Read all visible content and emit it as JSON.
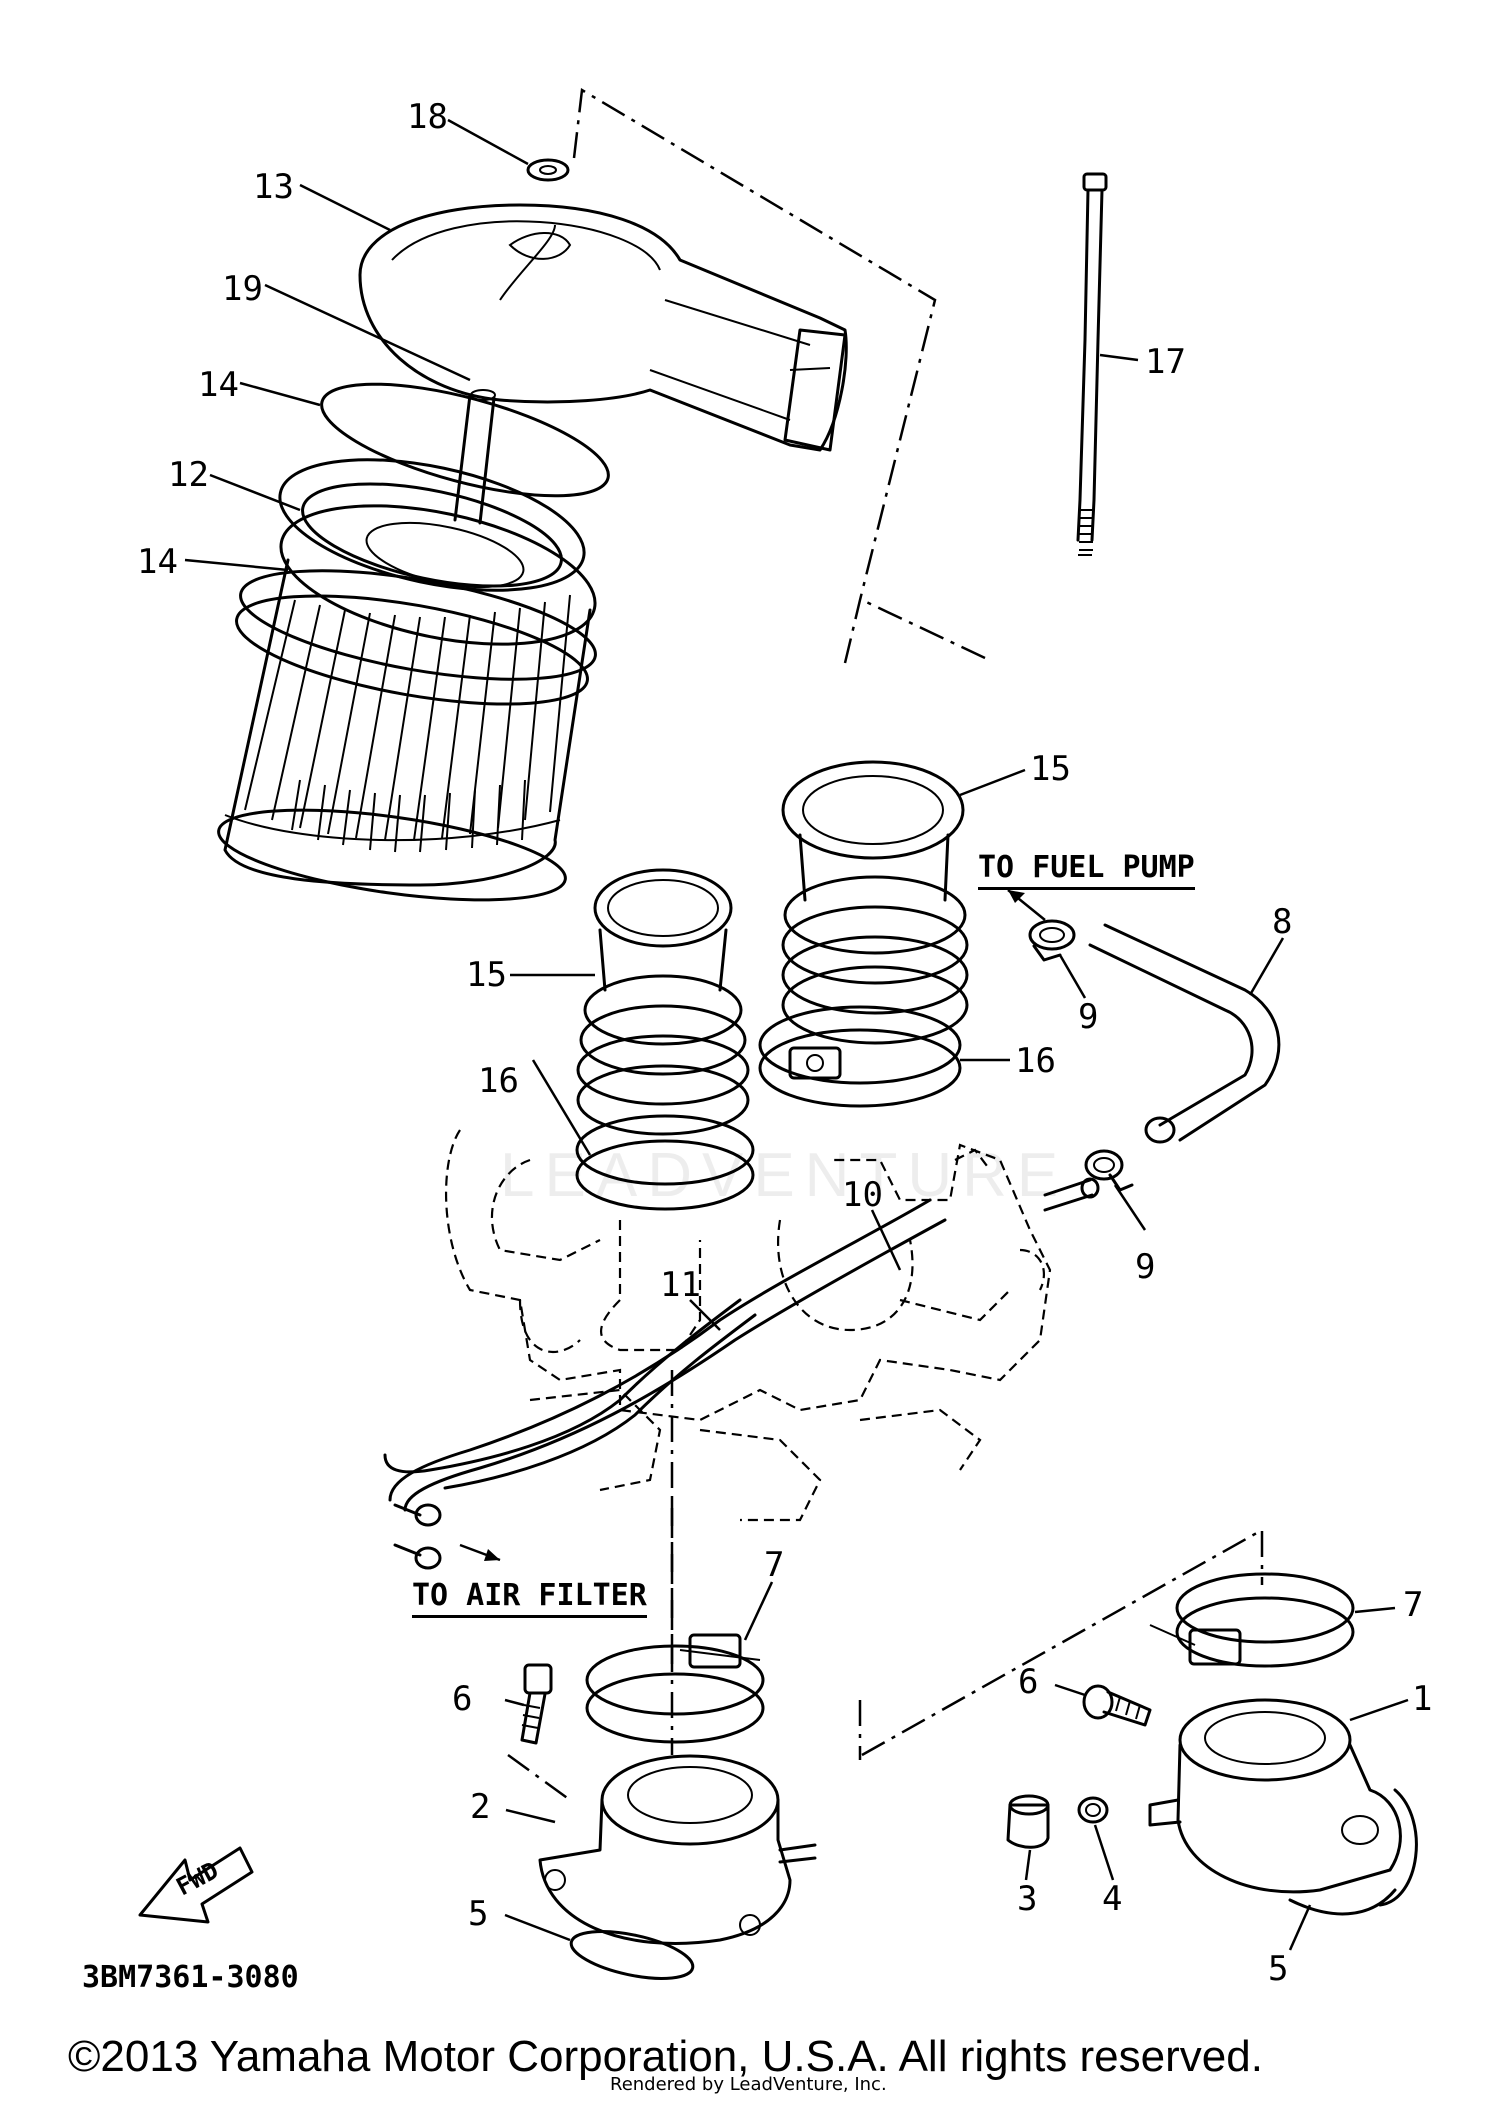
{
  "callouts": [
    {
      "id": "18",
      "label": "18"
    },
    {
      "id": "13",
      "label": "13"
    },
    {
      "id": "19",
      "label": "19"
    },
    {
      "id": "14a",
      "label": "14"
    },
    {
      "id": "12",
      "label": "12"
    },
    {
      "id": "14b",
      "label": "14"
    },
    {
      "id": "17",
      "label": "17"
    },
    {
      "id": "15a",
      "label": "15"
    },
    {
      "id": "15b",
      "label": "15"
    },
    {
      "id": "8",
      "label": "8"
    },
    {
      "id": "9a",
      "label": "9"
    },
    {
      "id": "16a",
      "label": "16"
    },
    {
      "id": "16b",
      "label": "16"
    },
    {
      "id": "10",
      "label": "10"
    },
    {
      "id": "9b",
      "label": "9"
    },
    {
      "id": "11",
      "label": "11"
    },
    {
      "id": "7a",
      "label": "7"
    },
    {
      "id": "7b",
      "label": "7"
    },
    {
      "id": "6a",
      "label": "6"
    },
    {
      "id": "6b",
      "label": "6"
    },
    {
      "id": "1",
      "label": "1"
    },
    {
      "id": "2",
      "label": "2"
    },
    {
      "id": "3",
      "label": "3"
    },
    {
      "id": "4",
      "label": "4"
    },
    {
      "id": "5a",
      "label": "5"
    },
    {
      "id": "5b",
      "label": "5"
    }
  ],
  "notes": {
    "fuel_pump": "TO FUEL PUMP",
    "air_filter": "TO AIR FILTER"
  },
  "fwd_label": "FWD",
  "diagram_code": "3BM7361-3080",
  "watermark": "LEADVENTURE",
  "copyright": "©2013 Yamaha Motor Corporation, U.S.A. All rights reserved.",
  "rendered_by": "Rendered by LeadVenture, Inc."
}
